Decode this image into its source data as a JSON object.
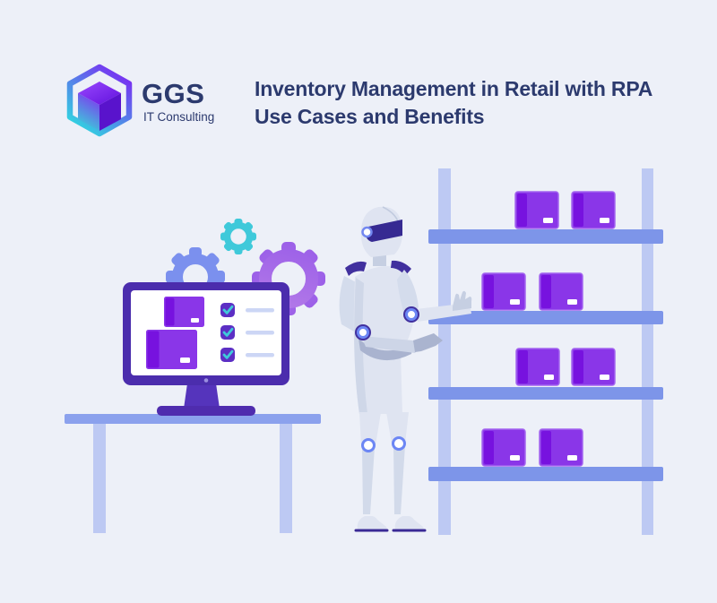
{
  "logo": {
    "name": "GGS",
    "tagline": "IT Consulting"
  },
  "title": {
    "line1": "Inventory Management in Retail with RPA",
    "line2": "Use Cases and Benefits"
  },
  "colors": {
    "background": "#edf0f8",
    "heading_navy": "#2c3a6e",
    "deep_purple": "#4b2dad",
    "accent_purple": "#8a36e8",
    "box_stripe_purple": "#7712df",
    "teal": "#3fc9da",
    "gear_blue": "#7b90ee",
    "gear_purple": "#9c68e8",
    "shelf_board": "#7d95e9",
    "shelf_post": "#bdc9f3",
    "table_top": "#8ba1ed",
    "robot_body": "#dfe4f1",
    "visor_purple": "#362a92"
  },
  "illustration": {
    "description": "Robot attendant placing purple boxes on a four-shelf warehouse rack beside a desktop monitor that shows boxes and a three-item checklist, with three gears behind the monitor",
    "monitor_checklist_items": 3,
    "monitor_screen_boxes": 2,
    "shelf_rows": 4,
    "shelf_boxes_per_row": 2,
    "gears": [
      "teal",
      "blue",
      "purple"
    ]
  }
}
